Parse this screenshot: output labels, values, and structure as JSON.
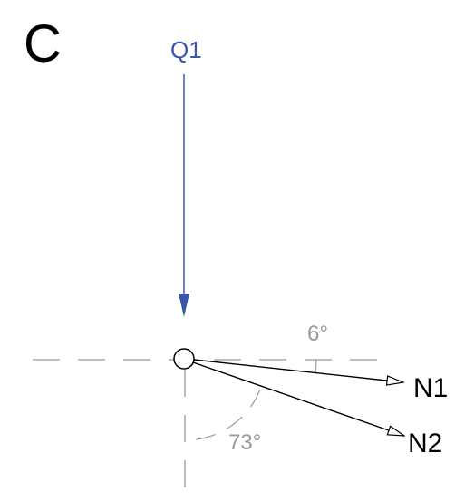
{
  "panel_label": "C",
  "forces": [
    {
      "id": "q1",
      "label": "Q1",
      "color": "#3a55a4"
    },
    {
      "id": "n1",
      "label": "N1",
      "color": "#000000"
    },
    {
      "id": "n2",
      "label": "N2",
      "color": "#000000"
    }
  ],
  "angles": [
    {
      "id": "angle-6",
      "label": "6°",
      "color": "#9a9a9a"
    },
    {
      "id": "angle-73",
      "label": "73°",
      "color": "#9a9a9a"
    }
  ],
  "colors": {
    "reference_line": "#9a9a9a",
    "node_stroke": "#000000"
  }
}
